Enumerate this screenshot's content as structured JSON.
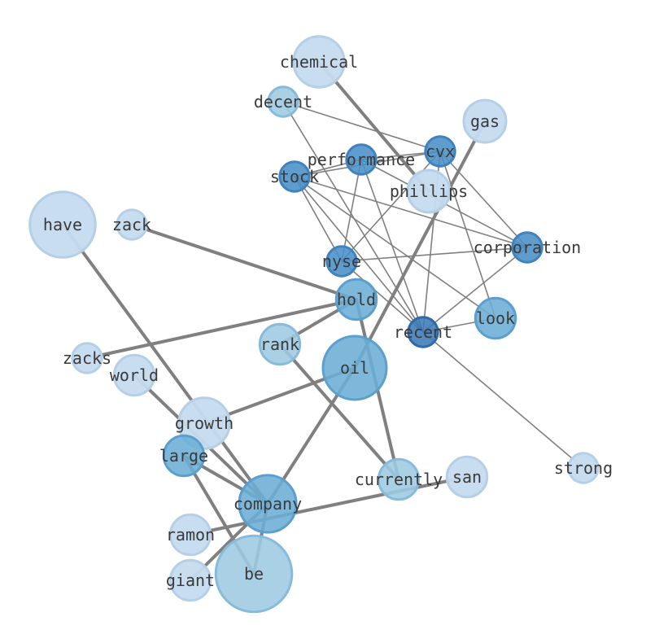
{
  "graph": {
    "nodes": [
      {
        "id": "chemical",
        "label": "chemical",
        "size": 1.2,
        "shade": 0
      },
      {
        "id": "decent",
        "label": "decent",
        "size": 0.7,
        "shade": 1
      },
      {
        "id": "gas",
        "label": "gas",
        "size": 1.0,
        "shade": 0
      },
      {
        "id": "cvx",
        "label": "cvx",
        "size": 0.7,
        "shade": 3
      },
      {
        "id": "performance",
        "label": "performance",
        "size": 0.7,
        "shade": 3
      },
      {
        "id": "stock",
        "label": "stock",
        "size": 0.7,
        "shade": 3
      },
      {
        "id": "phillips",
        "label": "phillips",
        "size": 1.0,
        "shade": 0
      },
      {
        "id": "have",
        "label": "have",
        "size": 1.55,
        "shade": 0
      },
      {
        "id": "zack",
        "label": "zack",
        "size": 0.7,
        "shade": 0
      },
      {
        "id": "corporation",
        "label": "corporation",
        "size": 0.7,
        "shade": 3
      },
      {
        "id": "nyse",
        "label": "nyse",
        "size": 0.7,
        "shade": 3
      },
      {
        "id": "hold",
        "label": "hold",
        "size": 0.95,
        "shade": 2
      },
      {
        "id": "look",
        "label": "look",
        "size": 0.95,
        "shade": 2
      },
      {
        "id": "recent",
        "label": "recent",
        "size": 0.7,
        "shade": 4
      },
      {
        "id": "rank",
        "label": "rank",
        "size": 0.95,
        "shade": 1
      },
      {
        "id": "oil",
        "label": "oil",
        "size": 1.5,
        "shade": 2
      },
      {
        "id": "zacks",
        "label": "zacks",
        "size": 0.7,
        "shade": 0
      },
      {
        "id": "world",
        "label": "world",
        "size": 0.95,
        "shade": 0
      },
      {
        "id": "growth",
        "label": "growth",
        "size": 1.2,
        "shade": 0
      },
      {
        "id": "large",
        "label": "large",
        "size": 0.95,
        "shade": 2
      },
      {
        "id": "currently",
        "label": "currently",
        "size": 0.95,
        "shade": 1
      },
      {
        "id": "san",
        "label": "san",
        "size": 0.95,
        "shade": 0
      },
      {
        "id": "strong",
        "label": "strong",
        "size": 0.7,
        "shade": 0
      },
      {
        "id": "company",
        "label": "company",
        "size": 1.35,
        "shade": 2
      },
      {
        "id": "ramon",
        "label": "ramon",
        "size": 0.95,
        "shade": 0
      },
      {
        "id": "giant",
        "label": "giant",
        "size": 0.95,
        "shade": 0
      },
      {
        "id": "be",
        "label": "be",
        "size": 1.8,
        "shade": 1
      }
    ],
    "edges": [
      {
        "source": "chemical",
        "target": "phillips",
        "weight": 2
      },
      {
        "source": "have",
        "target": "company",
        "weight": 2
      },
      {
        "source": "zack",
        "target": "hold",
        "weight": 2
      },
      {
        "source": "zacks",
        "target": "hold",
        "weight": 2
      },
      {
        "source": "hold",
        "target": "rank",
        "weight": 2
      },
      {
        "source": "hold",
        "target": "currently",
        "weight": 2
      },
      {
        "source": "rank",
        "target": "currently",
        "weight": 2
      },
      {
        "source": "gas",
        "target": "oil",
        "weight": 2
      },
      {
        "source": "oil",
        "target": "growth",
        "weight": 2
      },
      {
        "source": "oil",
        "target": "company",
        "weight": 2
      },
      {
        "source": "world",
        "target": "company",
        "weight": 2
      },
      {
        "source": "large",
        "target": "company",
        "weight": 2
      },
      {
        "source": "large",
        "target": "be",
        "weight": 2
      },
      {
        "source": "company",
        "target": "be",
        "weight": 2
      },
      {
        "source": "giant",
        "target": "company",
        "weight": 2
      },
      {
        "source": "ramon",
        "target": "san",
        "weight": 2
      },
      {
        "source": "decent",
        "target": "cvx",
        "weight": 1
      },
      {
        "source": "decent",
        "target": "recent",
        "weight": 1
      },
      {
        "source": "cvx",
        "target": "performance",
        "weight": 1
      },
      {
        "source": "cvx",
        "target": "stock",
        "weight": 1
      },
      {
        "source": "cvx",
        "target": "corporation",
        "weight": 1
      },
      {
        "source": "cvx",
        "target": "look",
        "weight": 1
      },
      {
        "source": "cvx",
        "target": "recent",
        "weight": 1
      },
      {
        "source": "cvx",
        "target": "nyse",
        "weight": 1
      },
      {
        "source": "performance",
        "target": "stock",
        "weight": 1
      },
      {
        "source": "performance",
        "target": "corporation",
        "weight": 1
      },
      {
        "source": "performance",
        "target": "nyse",
        "weight": 1
      },
      {
        "source": "performance",
        "target": "recent",
        "weight": 1
      },
      {
        "source": "stock",
        "target": "corporation",
        "weight": 1
      },
      {
        "source": "stock",
        "target": "look",
        "weight": 1
      },
      {
        "source": "stock",
        "target": "recent",
        "weight": 1
      },
      {
        "source": "stock",
        "target": "nyse",
        "weight": 1
      },
      {
        "source": "nyse",
        "target": "corporation",
        "weight": 1
      },
      {
        "source": "nyse",
        "target": "recent",
        "weight": 1
      },
      {
        "source": "corporation",
        "target": "recent",
        "weight": 1
      },
      {
        "source": "recent",
        "target": "look",
        "weight": 1
      },
      {
        "source": "recent",
        "target": "strong",
        "weight": 1
      }
    ],
    "colors": {
      "edge": "#808080",
      "label": "#3a3a3a",
      "node_fill": [
        "#c6dbef",
        "#9ecae1",
        "#6baed6",
        "#4a90c8",
        "#3a7ab8"
      ],
      "node_stroke": [
        "#b4cfe6",
        "#87bbdb",
        "#5b9fcf",
        "#3f82bd",
        "#2f6aa8"
      ]
    }
  }
}
